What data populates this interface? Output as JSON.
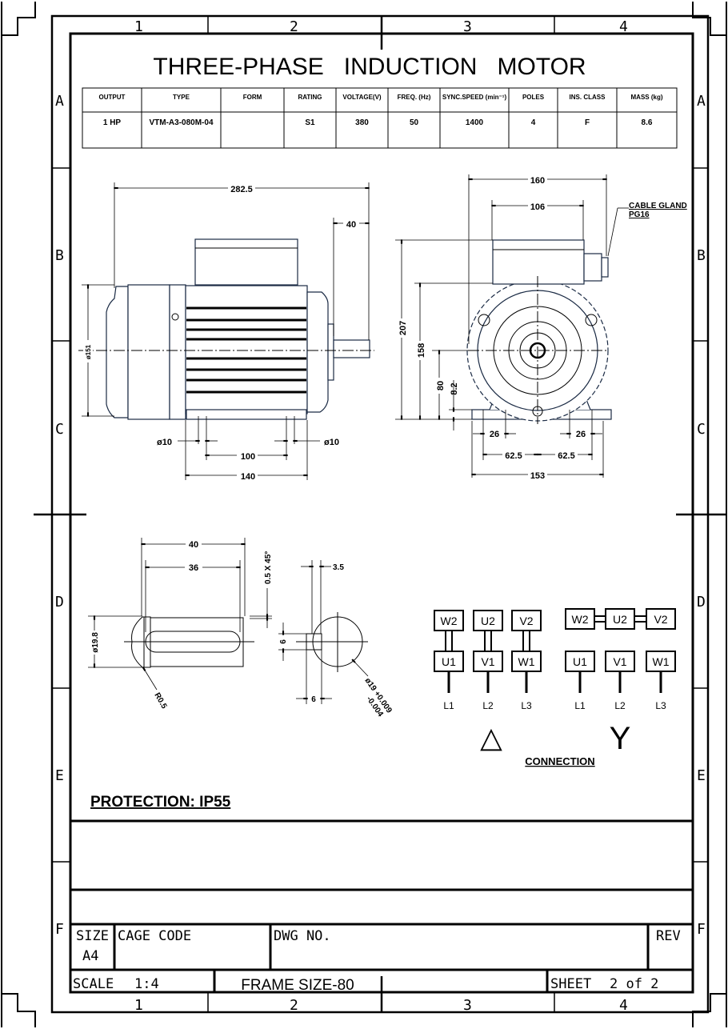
{
  "title": "THREE-PHASE   INDUCTION   MOTOR",
  "zones": {
    "columns": [
      "1",
      "2",
      "3",
      "4"
    ],
    "rows": [
      "A",
      "B",
      "C",
      "D",
      "E",
      "F"
    ]
  },
  "spec_table": {
    "headers": [
      "OUTPUT",
      "TYPE",
      "FORM",
      "RATING",
      "VOLTAGE(V)",
      "FREQ. (Hz)",
      "SYNC.SPEED (min⁻¹)",
      "POLES",
      "INS. CLASS",
      "MASS (kg)"
    ],
    "values": [
      "1 HP",
      "VTM-A3-080M-04",
      "",
      "S1",
      "380",
      "50",
      "1400",
      "4",
      "F",
      "8.6"
    ]
  },
  "side_view": {
    "overall_length": "282.5",
    "shaft_length": "40",
    "diameter": "ø151",
    "hole_left": "ø10",
    "hole_right": "ø10",
    "foot_centers": "100",
    "foot_length": "140"
  },
  "front_view": {
    "width": "160",
    "box_width": "106",
    "overall_height": "207",
    "box_bottom_height": "158",
    "shaft_height": "80",
    "foot_thickness": "8.2",
    "foot_left": "26",
    "foot_right": "26",
    "half_left": "62.5",
    "half_right": "62.5",
    "base_width": "153",
    "cable_gland_line1": "CABLE GLAND",
    "cable_gland_line2": "PG16"
  },
  "shaft_detail": {
    "length": "40",
    "key_length": "36",
    "chamfer": "0.5 X 45°",
    "diameter": "ø19.8",
    "radius": "R0.5",
    "key_depth": "3.5",
    "key_height": "6",
    "key_width": "6",
    "shaft_dia": "ø19 +0.009",
    "shaft_dia_tol": "-0.004"
  },
  "connection": {
    "title": "CONNECTION",
    "delta": {
      "top": [
        "W2",
        "U2",
        "V2"
      ],
      "bottom": [
        "U1",
        "V1",
        "W1"
      ],
      "lines": [
        "L1",
        "L2",
        "L3"
      ],
      "symbol": "△"
    },
    "star": {
      "top": [
        "W2",
        "U2",
        "V2"
      ],
      "bottom": [
        "U1",
        "V1",
        "W1"
      ],
      "lines": [
        "L1",
        "L2",
        "L3"
      ],
      "symbol": "Y"
    }
  },
  "protection": "PROTECTION: IP55",
  "title_block": {
    "size_label": "SIZE",
    "size_value": "A4",
    "cage_code": "CAGE CODE",
    "dwg_no": "DWG NO.",
    "rev": "REV",
    "scale_label": "SCALE",
    "scale_value": "1:4",
    "frame_size": "FRAME SIZE-80",
    "sheet_label": "SHEET",
    "sheet_value": "2 of 2"
  }
}
